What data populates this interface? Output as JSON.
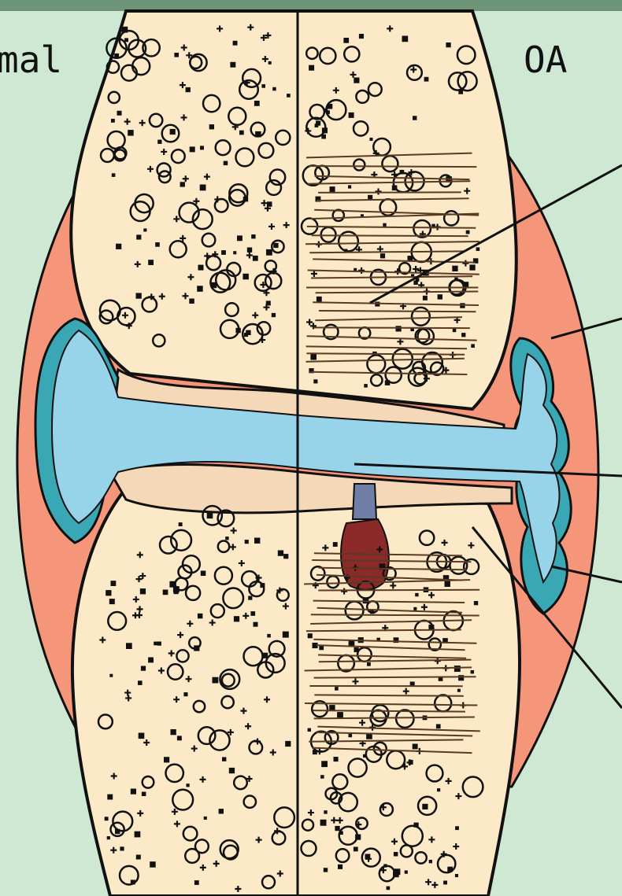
{
  "labels": {
    "left_partial": "mal",
    "right": "OA"
  },
  "colors": {
    "background": "#cfe8d4",
    "top_band": "#6f9579",
    "bone": "#fbe9c8",
    "cartilage": "#f4d8b8",
    "capsule": "#f5967a",
    "synovium": "#3aa7b5",
    "synovial_fluid": "#97d4ea",
    "cyst": "#8c2a2a",
    "outline": "#111111",
    "sclerosis_hatch": "#5a3a22"
  },
  "icons": [
    "joint-cross-section-diagram"
  ]
}
